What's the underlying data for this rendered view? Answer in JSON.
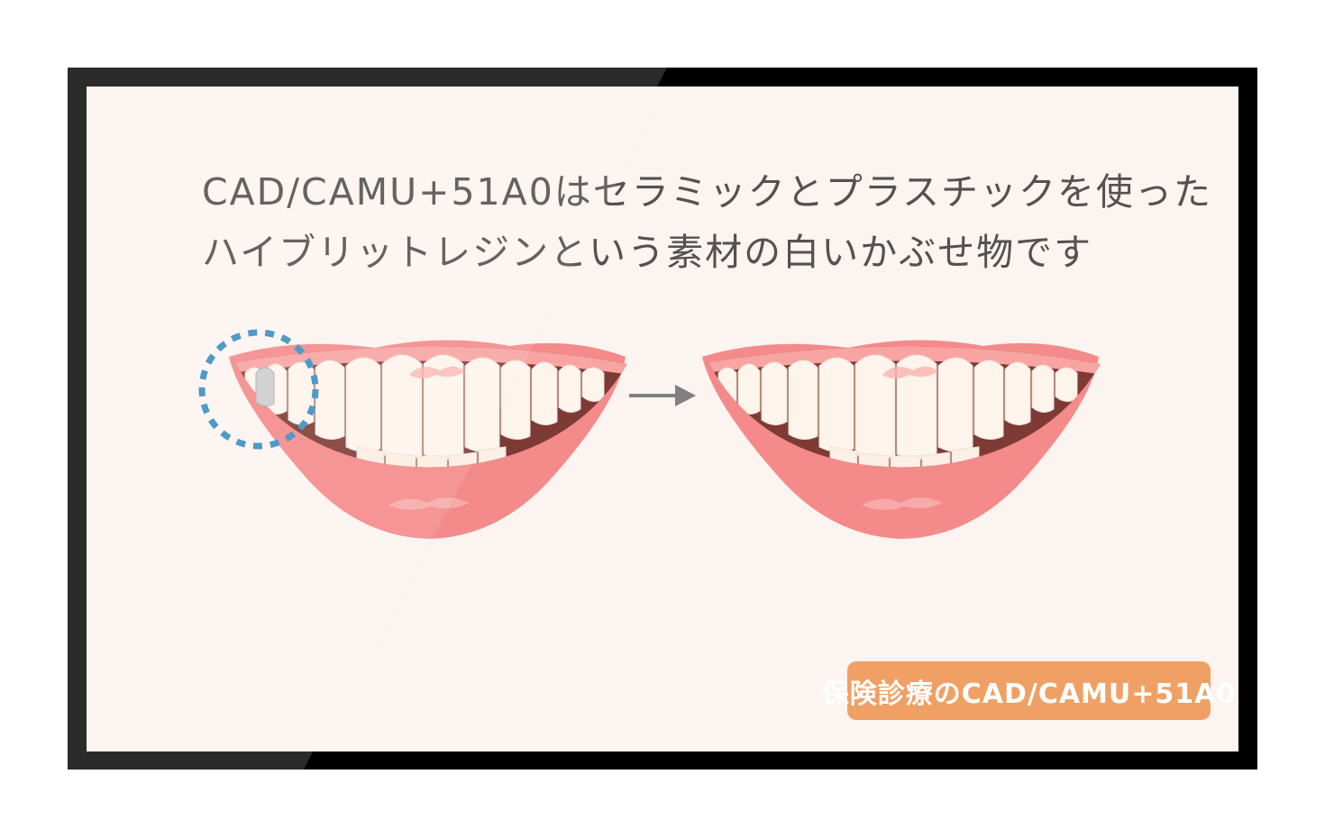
{
  "headline": {
    "line1": "CAD/CAMU+51A0はセラミックとプラスチックを使った",
    "line2": "ハイブリットレジンという素材の白いかぶせ物です"
  },
  "badge": {
    "label": "保険診療のCAD/CAMU+51A0"
  },
  "icons": {
    "highlight": "dotted-circle-icon",
    "transition": "right-arrow-icon"
  },
  "colors": {
    "lips": "#f58a8a",
    "gums": "#f9a8a8",
    "teeth": "#fdf4ec",
    "highlight": "#3b8fc0",
    "badge": "#f0a064",
    "text": "#555150",
    "screen": "#fcf4f0"
  }
}
